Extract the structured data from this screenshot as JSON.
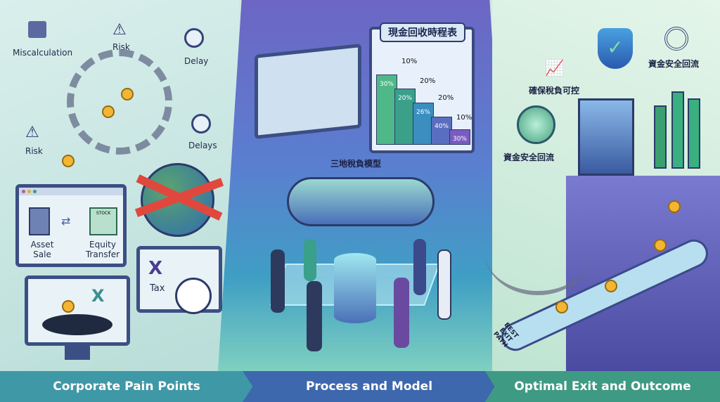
{
  "left": {
    "labels": {
      "miscalculation": "Miscalculation",
      "risk_top": "Risk",
      "delay": "Delay",
      "risk_left": "Risk",
      "delays": "Delays"
    },
    "asset_sale": "Asset Sale",
    "equity_transfer": "Equity Transfer",
    "stock": "STOCK",
    "tax": "Tax",
    "x_mark": "X"
  },
  "middle": {
    "chart_title": "現金回收時程表",
    "bars": [
      {
        "label": "30%"
      },
      {
        "label": "20%"
      },
      {
        "label": "26%"
      },
      {
        "label": "40%"
      },
      {
        "label": "30%"
      }
    ],
    "steps": [
      "10%",
      "20%",
      "20%",
      "10%"
    ],
    "model_title": "三地稅負模型"
  },
  "right": {
    "tax_control": "確保稅負可控",
    "fund_return_top": "資金安全回流",
    "fund_return_mid": "資金安全回流",
    "path_label": "BEST EXIT PATH"
  },
  "banners": [
    "Corporate Pain Points",
    "Process and Model",
    "Optimal Exit and Outcome"
  ],
  "colors": {
    "left_banner": "#3f98a5",
    "mid_banner": "#3d68ad",
    "right_banner": "#3f9a84"
  }
}
